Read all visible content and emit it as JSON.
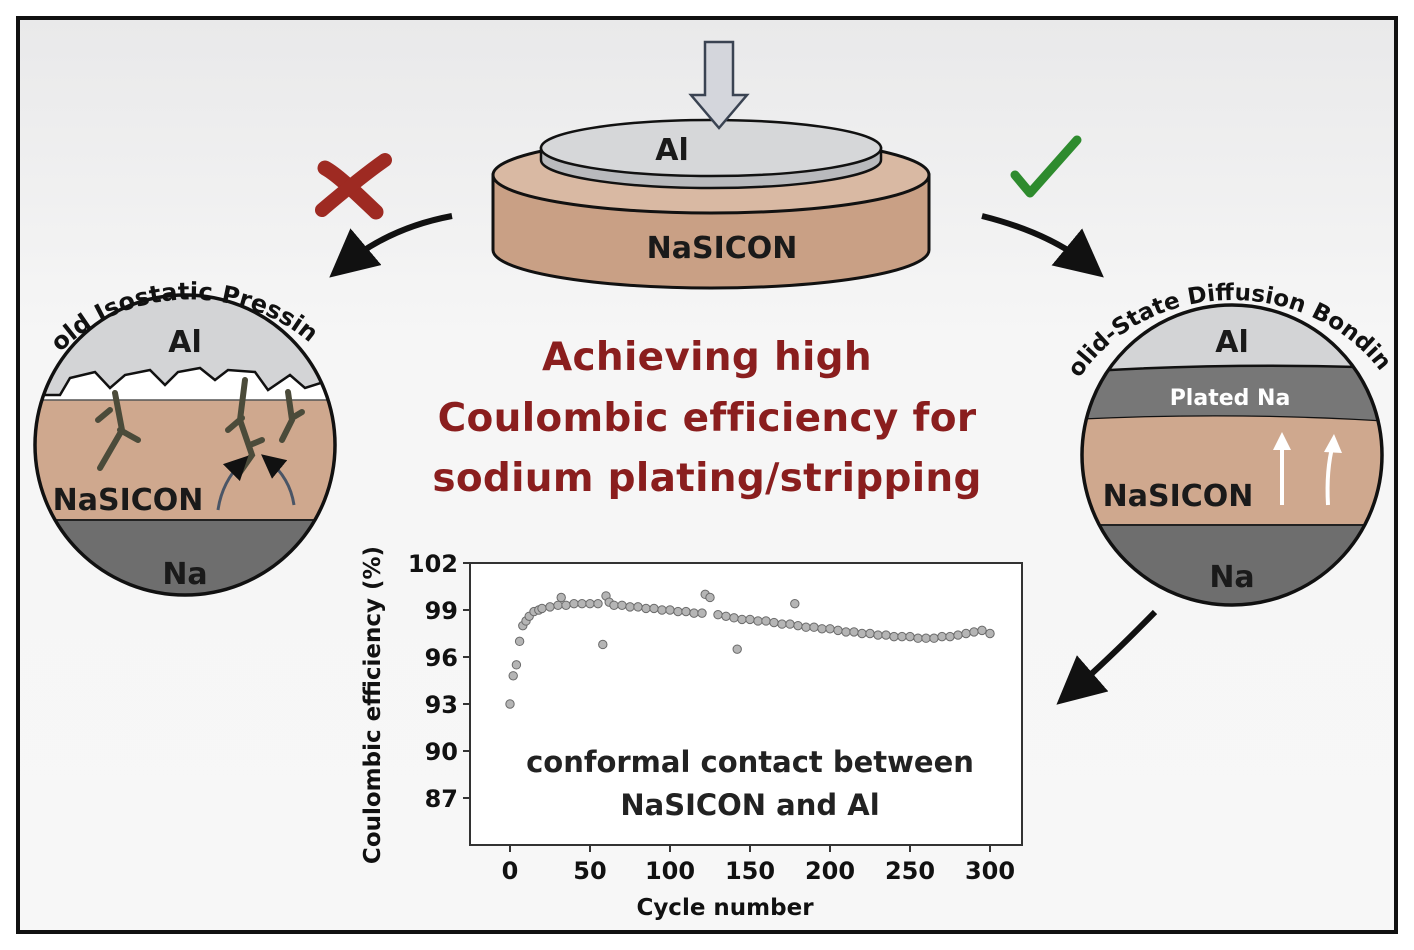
{
  "title_lines": [
    "Achieving high",
    "Coulombic efficiency for",
    "sodium plating/stripping"
  ],
  "center_stack": {
    "top_label": "Al",
    "bottom_label": "NaSICON"
  },
  "left_panel": {
    "arc_label": "Cold Isostatic Pressing",
    "layers": {
      "top": "Al",
      "middle": "NaSICON",
      "bottom": "Na"
    },
    "verdict": "cross-mark-icon"
  },
  "right_panel": {
    "arc_label": "Solid-State Diffusion Bonding",
    "layers": {
      "top": "Al",
      "interlayer": "Plated Na",
      "middle": "NaSICON",
      "bottom": "Na"
    },
    "verdict": "check-mark-icon"
  },
  "caption_lines": [
    "conformal contact between",
    "NaSICON and Al"
  ],
  "colors": {
    "title": "#8a1e1e",
    "cross": "#9e2a22",
    "check": "#2e8b2e",
    "al": "#d3d4d6",
    "nasicon": "#cfa88e",
    "na": "#6e6e6e",
    "plated_na": "#777777"
  },
  "chart_data": {
    "type": "scatter",
    "xlabel": "Cycle number",
    "ylabel": "Coulombic efficiency (%)",
    "xlim": [
      -25,
      320
    ],
    "ylim": [
      84,
      102
    ],
    "xticks": [
      0,
      50,
      100,
      150,
      200,
      250,
      300
    ],
    "yticks": [
      87,
      90,
      93,
      96,
      99,
      102
    ],
    "grid": false,
    "series": [
      {
        "x": [
          0,
          2,
          4,
          6,
          8,
          10,
          12,
          15,
          18,
          20,
          25,
          30,
          32,
          35,
          40,
          45,
          50,
          55,
          58,
          60,
          62,
          65,
          70,
          75,
          80,
          85,
          90,
          95,
          100,
          105,
          110,
          115,
          120,
          122,
          125,
          130,
          135,
          140,
          142,
          145,
          150,
          155,
          160,
          165,
          170,
          175,
          178,
          180,
          185,
          190,
          195,
          200,
          205,
          210,
          215,
          220,
          225,
          230,
          235,
          240,
          245,
          250,
          255,
          260,
          265,
          270,
          275,
          280,
          285,
          290,
          295,
          300
        ],
        "y": [
          93.0,
          94.8,
          95.5,
          97.0,
          98.0,
          98.3,
          98.6,
          98.9,
          99.0,
          99.1,
          99.2,
          99.3,
          99.8,
          99.3,
          99.4,
          99.4,
          99.4,
          99.4,
          96.8,
          99.9,
          99.5,
          99.3,
          99.3,
          99.2,
          99.2,
          99.1,
          99.1,
          99.0,
          99.0,
          98.9,
          98.9,
          98.8,
          98.8,
          100.0,
          99.8,
          98.7,
          98.6,
          98.5,
          96.5,
          98.4,
          98.4,
          98.3,
          98.3,
          98.2,
          98.1,
          98.1,
          99.4,
          98.0,
          97.9,
          97.9,
          97.8,
          97.8,
          97.7,
          97.6,
          97.6,
          97.5,
          97.5,
          97.4,
          97.4,
          97.3,
          97.3,
          97.3,
          97.2,
          97.2,
          97.2,
          97.3,
          97.3,
          97.4,
          97.5,
          97.6,
          97.7,
          97.5
        ]
      }
    ]
  }
}
